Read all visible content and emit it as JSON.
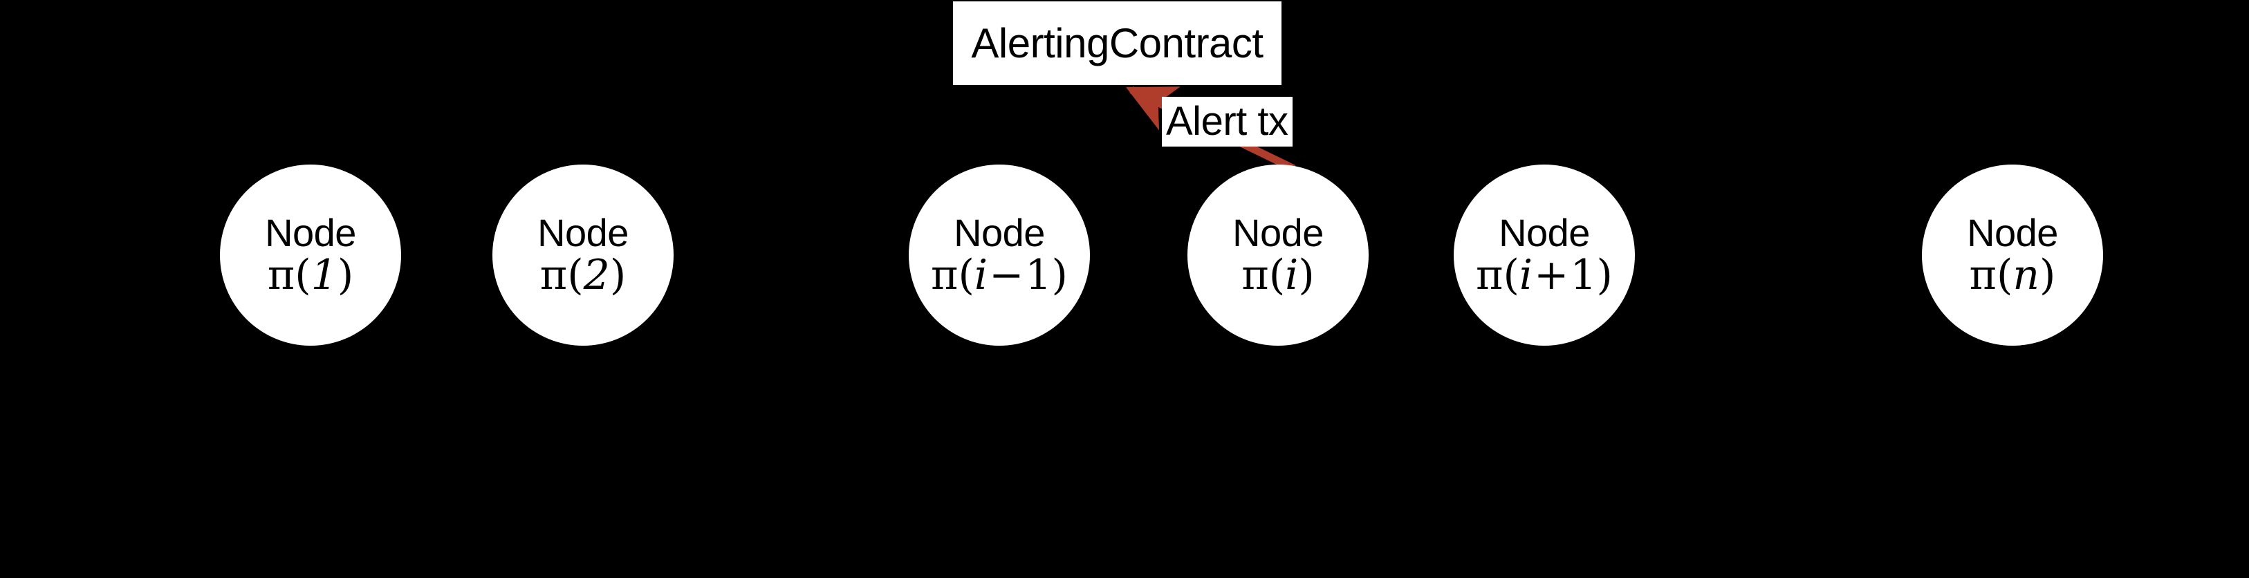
{
  "diagram": {
    "background_color": "#000000",
    "node_fill": "#ffffff",
    "text_color": "#000000",
    "edge_color": "#b03c2c",
    "contract": {
      "label": "AlertingContract"
    },
    "edge": {
      "label": "Alert tx",
      "from": "node-pi-i",
      "to": "contract-box"
    },
    "nodes": [
      {
        "id": "node-pi-1",
        "title": "Node",
        "index": "π(1)",
        "pi": "π",
        "open": "(",
        "var": "1",
        "op": "",
        "operand": "",
        "close": ")"
      },
      {
        "id": "node-pi-2",
        "title": "Node",
        "index": "π(2)",
        "pi": "π",
        "open": "(",
        "var": "2",
        "op": "",
        "operand": "",
        "close": ")"
      },
      {
        "id": "node-pi-i-1",
        "title": "Node",
        "index": "π(i − 1)",
        "pi": "π",
        "open": "(",
        "var": "i",
        "op": "−",
        "operand": "1",
        "close": ")"
      },
      {
        "id": "node-pi-i",
        "title": "Node",
        "index": "π(i)",
        "pi": "π",
        "open": "(",
        "var": "i",
        "op": "",
        "operand": "",
        "close": ")"
      },
      {
        "id": "node-pi-i+1",
        "title": "Node",
        "index": "π(i + 1)",
        "pi": "π",
        "open": "(",
        "var": "i",
        "op": "+",
        "operand": "1",
        "close": ")"
      },
      {
        "id": "node-pi-n",
        "title": "Node",
        "index": "π(n)",
        "pi": "π",
        "open": "(",
        "var": "n",
        "op": "",
        "operand": "",
        "close": ")"
      }
    ]
  }
}
